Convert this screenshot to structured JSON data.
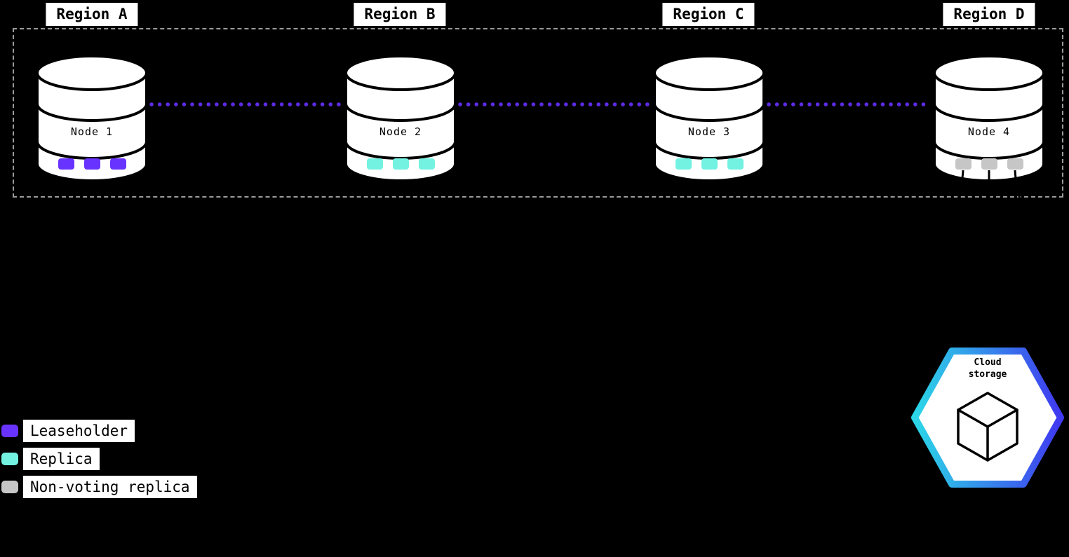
{
  "regions": [
    {
      "label": "Region A"
    },
    {
      "label": "Region B"
    },
    {
      "label": "Region C"
    },
    {
      "label": "Region D"
    }
  ],
  "nodes": [
    {
      "label": "Node 1",
      "replica_type": "leaseholder",
      "chip_color": "#6933ff"
    },
    {
      "label": "Node 2",
      "replica_type": "replica",
      "chip_color": "#73f2e1"
    },
    {
      "label": "Node 3",
      "replica_type": "replica",
      "chip_color": "#73f2e1"
    },
    {
      "label": "Node 4",
      "replica_type": "non-voting replica",
      "chip_color": "#c6c6c6"
    }
  ],
  "legend": {
    "items": [
      {
        "label": "Leaseholder",
        "color": "#6933ff"
      },
      {
        "label": "Replica",
        "color": "#73f2e1"
      },
      {
        "label": "Non-voting replica",
        "color": "#c6c6c6"
      }
    ]
  },
  "cloud_storage": {
    "label_line1": "Cloud",
    "label_line2": "storage"
  },
  "colors": {
    "background": "#000000",
    "dashed_border": "#9a9a9a",
    "connection_line": "#5b2ce5",
    "cylinder_fill": "#ffffff",
    "cylinder_stroke": "#000000",
    "hexagon_gradient_start": "#2bd7e7",
    "hexagon_gradient_end": "#4039f0"
  }
}
